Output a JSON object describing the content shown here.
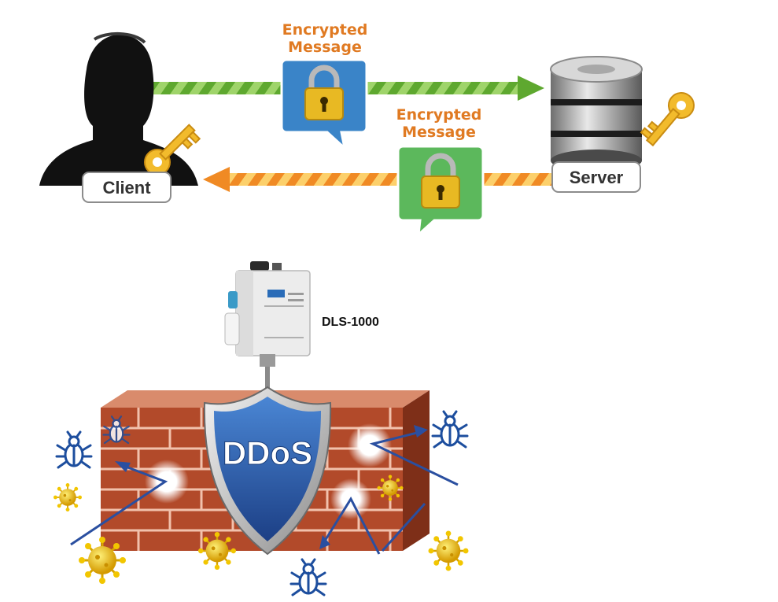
{
  "top_diagram": {
    "client_label": "Client",
    "server_label": "Server",
    "message_top_line1": "Encrypted",
    "message_top_line2": "Message",
    "message_bottom_line1": "Encrypted",
    "message_bottom_line2": "Message",
    "colors": {
      "forward_arrow": "#7dc242",
      "return_arrow": "#f6a623",
      "caption": "#e07a22",
      "bubble_blue": "#3a84c8",
      "bubble_green": "#5cb85c",
      "lock_gold": "#e8b923",
      "key_gold": "#f2bb2c"
    }
  },
  "bottom_diagram": {
    "device_label": "DLS-1000",
    "shield_label": "DDoS",
    "colors": {
      "brick": "#b24a2a",
      "shield_blue": "#2f5ea8",
      "attack_arrow": "#2a4fa0",
      "virus": "#e6b800",
      "bug_icon": "#1d4e9e"
    }
  }
}
